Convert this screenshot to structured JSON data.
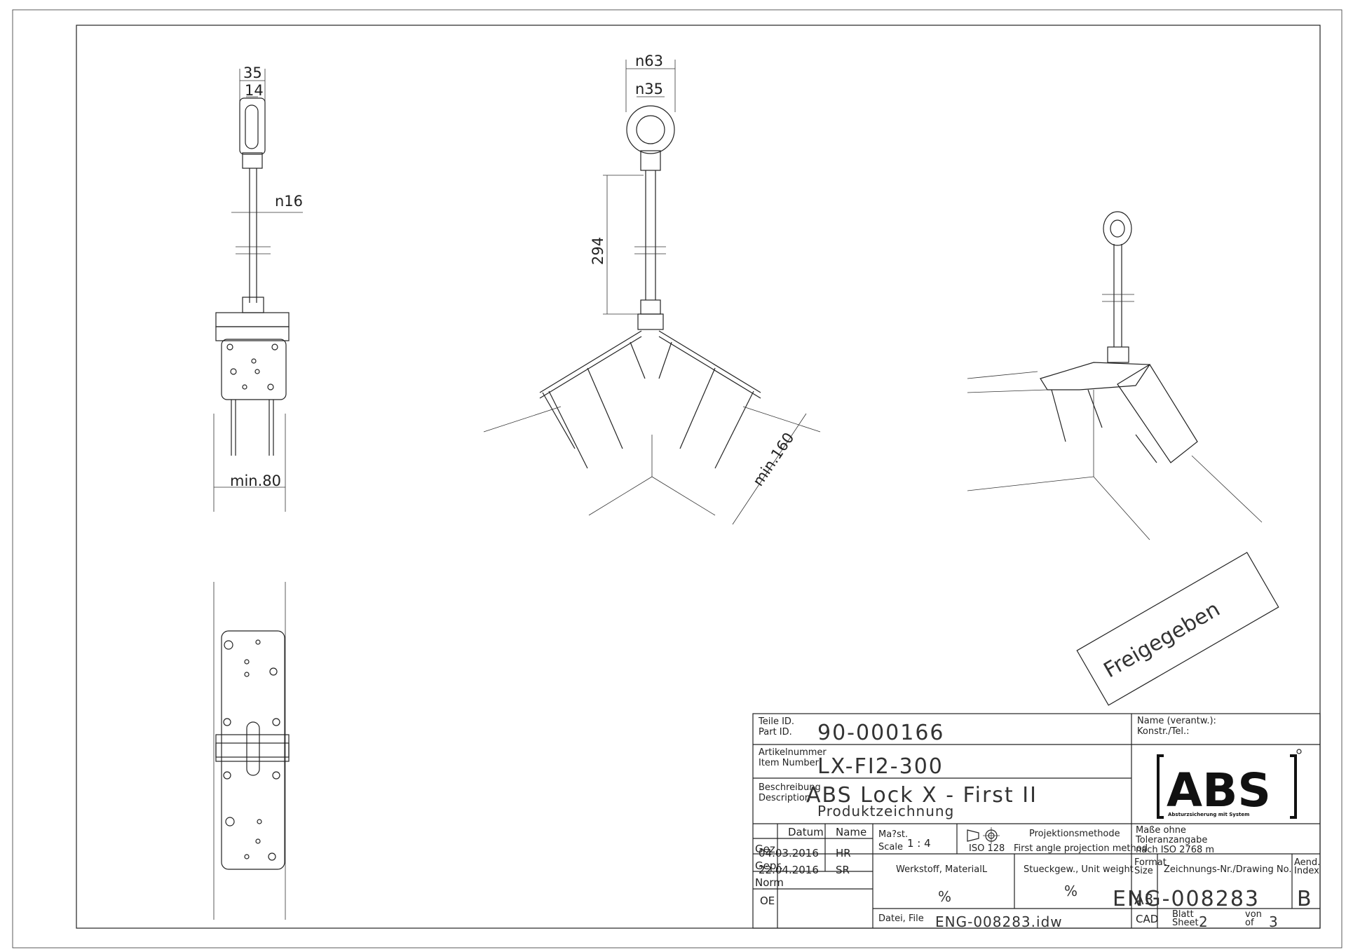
{
  "dimensions": {
    "width_35": "35",
    "width_14": "14",
    "diameter_16": "n16",
    "min_80": "min.80",
    "diameter_63": "n63",
    "diameter_35": "n35",
    "length_294": "294",
    "min_160": "min.160"
  },
  "stamp": "Freigegeben",
  "title_block": {
    "part_id_label_de": "Teile ID.",
    "part_id_label_en": "Part ID.",
    "part_id": "90-000166",
    "item_label_de": "Artikelnummer",
    "item_label_en": "Item Number",
    "item_number": "LX-FI2-300",
    "desc_label_de": "Beschreibung",
    "desc_label_en": "Description",
    "description": "ABS Lock X - First II",
    "subtitle": "Produktzeichnung",
    "name_label_de": "Name (verantw.):",
    "name_label_en": "Konstr./Tel.:",
    "logo": "ABS",
    "logo_tagline": "Absturzsicherung mit System",
    "col_datum": "Datum",
    "col_name": "Name",
    "row1_label": "Gez.",
    "row1_date": "04.03.2016",
    "row1_name": "HR",
    "row2_label": "Gepr.",
    "row2_date": "22.04.2016",
    "row2_name": "SR",
    "row3_label": "Norm",
    "row4_label": "OE",
    "scale_label_de": "Ma?st.",
    "scale_label_en": "Scale",
    "scale_value": "1 : 4",
    "projection_label_de": "Projektionsmethode",
    "projection_iso": "ISO 128",
    "projection_en": "First angle projection method",
    "tolerance_1": "Maße ohne",
    "tolerance_2": "Toleranzangabe",
    "tolerance_3": "nach ISO 2768 m",
    "material_label": "Werkstoff, MaterialL",
    "material_value": "%",
    "weight_label": "Stueckgew., Unit weight",
    "weight_value": "%",
    "format_label_de": "Format",
    "format_label_en": "Size",
    "format_value": "A3",
    "drawing_no_label": "Zeichnungs-Nr./Drawing No.",
    "drawing_no": "ENG-008283",
    "revision_label_de": "Aend.",
    "revision_label_en": "Index",
    "revision": "B",
    "file_label": "Datei, File",
    "file_name": "ENG-008283.idw",
    "cad_label": "CAD",
    "sheet_label_de": "Blatt",
    "sheet_label_en": "Sheet",
    "sheet_value": "2",
    "of_label_de": "von",
    "of_label_en": "of",
    "of_value": "3"
  }
}
